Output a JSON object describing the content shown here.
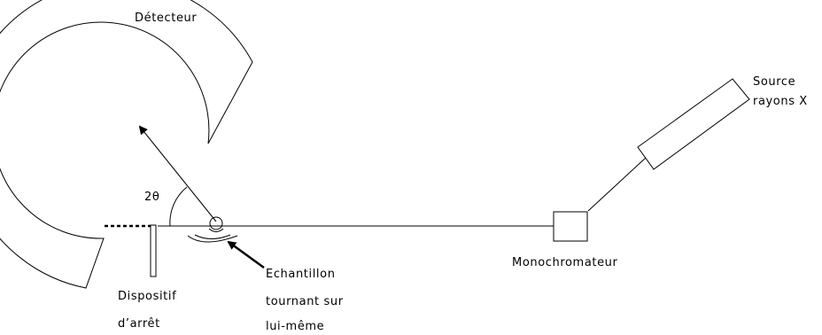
{
  "labels": {
    "detector": "Détecteur",
    "source_line1": "Source",
    "source_line2": "rayons X",
    "two_theta": "2θ",
    "monochromator": "Monochromateur",
    "sample_line1": "Echantillon",
    "sample_line2": "tournant sur",
    "sample_line3": "lui-même",
    "stop_line1": "Dispositif",
    "stop_line2": "d’arrêt"
  }
}
